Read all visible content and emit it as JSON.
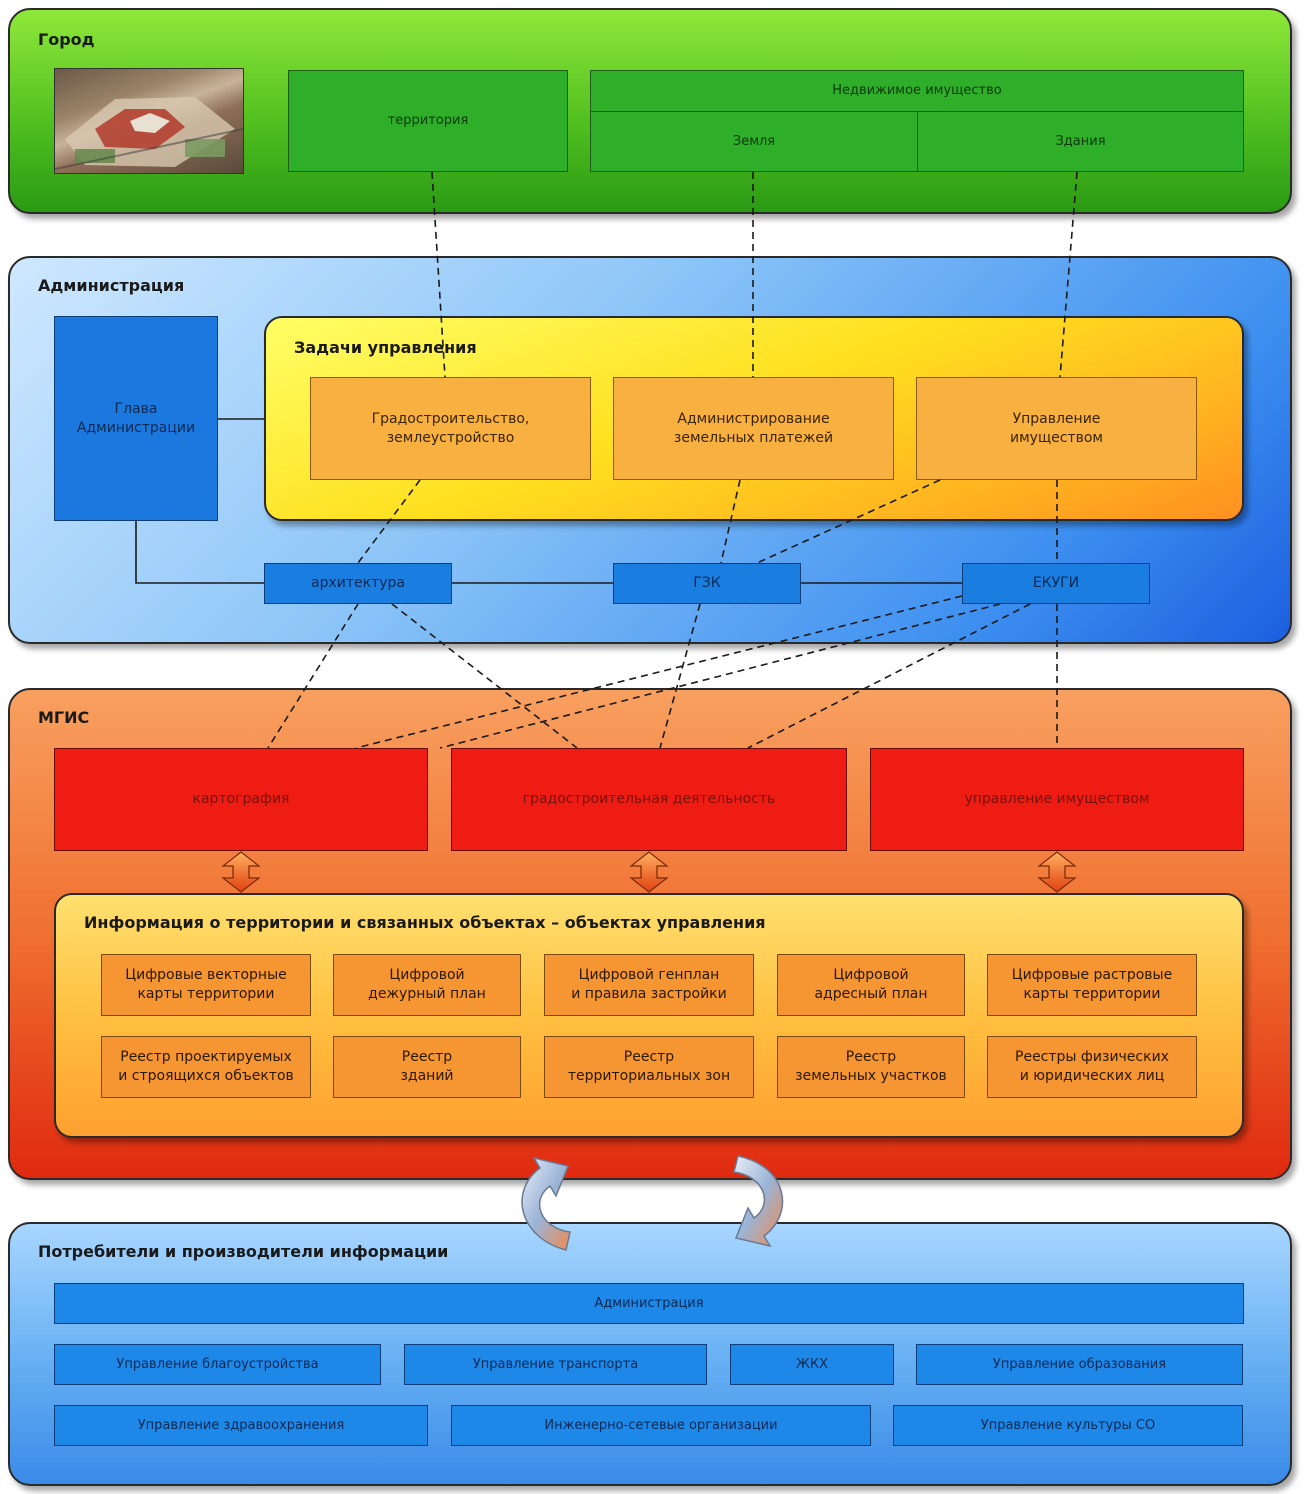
{
  "city": {
    "title": "Город",
    "territory": "территория",
    "real_estate": "Недвижимое имущество",
    "land": "Земля",
    "buildings": "Здания"
  },
  "admin": {
    "title": "Администрация",
    "head": "Глава\nАдминистрации",
    "tasks_title": "Задачи управления",
    "tasks": [
      "Градостроительство,\nземлеустройство",
      "Администрирование\nземельных платежей",
      "Управление\nимуществом"
    ],
    "departments": [
      "архитектура",
      "ГЗК",
      "ЕКУГИ"
    ]
  },
  "mgis": {
    "title": "МГИС",
    "modules": [
      "картография",
      "градостроительная деятельность",
      "управление имуществом"
    ],
    "info_title": "Информация о территории и связанных объектах – объектах управления",
    "info_row1": [
      "Цифровые векторные\nкарты территории",
      "Цифровой\nдежурный план",
      "Цифровой генплан\nи правила застройки",
      "Цифровой\nадресный план",
      "Цифровые растровые\nкарты территории"
    ],
    "info_row2": [
      "Реестр проектируемых\nи строящихся объектов",
      "Реестр\nзданий",
      "Реестр\nтерриториальных зон",
      "Реестр\nземельных участков",
      "Реестры физических\nи юридических лиц"
    ]
  },
  "consumers": {
    "title": "Потребители и производители информации",
    "admin": "Администрация",
    "row1": [
      "Управление благоустройства",
      "Управление транспорта",
      "ЖКХ",
      "Управление образования"
    ],
    "row2": [
      "Управление здравоохранения",
      "Инженерно-сетевые организации",
      "Управление культуры СО"
    ]
  },
  "colors": {
    "city": "#44c41e",
    "admin": "#4aa0f0",
    "tasks": "#ffe030",
    "mgis": "#f06a22",
    "consumers": "#5aaaf0"
  }
}
